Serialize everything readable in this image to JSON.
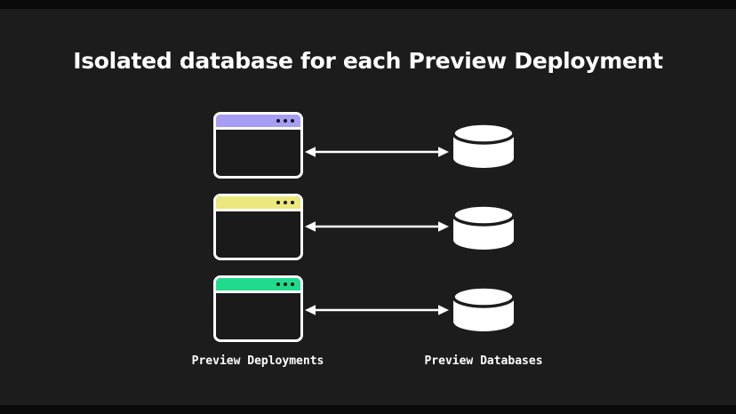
{
  "title": "Isolated database for each Preview Deployment",
  "columns": {
    "deployments_label": "Preview Deployments",
    "databases_label": "Preview Databases"
  },
  "rows": [
    {
      "window_icon": "browser-window",
      "titlebar_color": "#a59ef4",
      "titlebar_color_name": "purple",
      "window_dots_icon": "three-dots",
      "arrow_icon": "double-headed-arrow",
      "database_icon": "database-cylinder"
    },
    {
      "window_icon": "browser-window",
      "titlebar_color": "#ece87d",
      "titlebar_color_name": "yellow",
      "window_dots_icon": "three-dots",
      "arrow_icon": "double-headed-arrow",
      "database_icon": "database-cylinder"
    },
    {
      "window_icon": "browser-window",
      "titlebar_color": "#20db8c",
      "titlebar_color_name": "green",
      "window_dots_icon": "three-dots",
      "arrow_icon": "double-headed-arrow",
      "database_icon": "database-cylinder"
    }
  ],
  "colors": {
    "background": "#1c1c1c",
    "edge_bars": "#0a0a0a",
    "title_text": "#ffffff",
    "window_border": "#ffffff",
    "window_body": "#1a1a1a",
    "window_dots": "#141414",
    "arrow": "#ffffff",
    "database_fill": "#ffffff",
    "database_stroke": "#1c1c1c",
    "label_text": "#ffffff"
  }
}
